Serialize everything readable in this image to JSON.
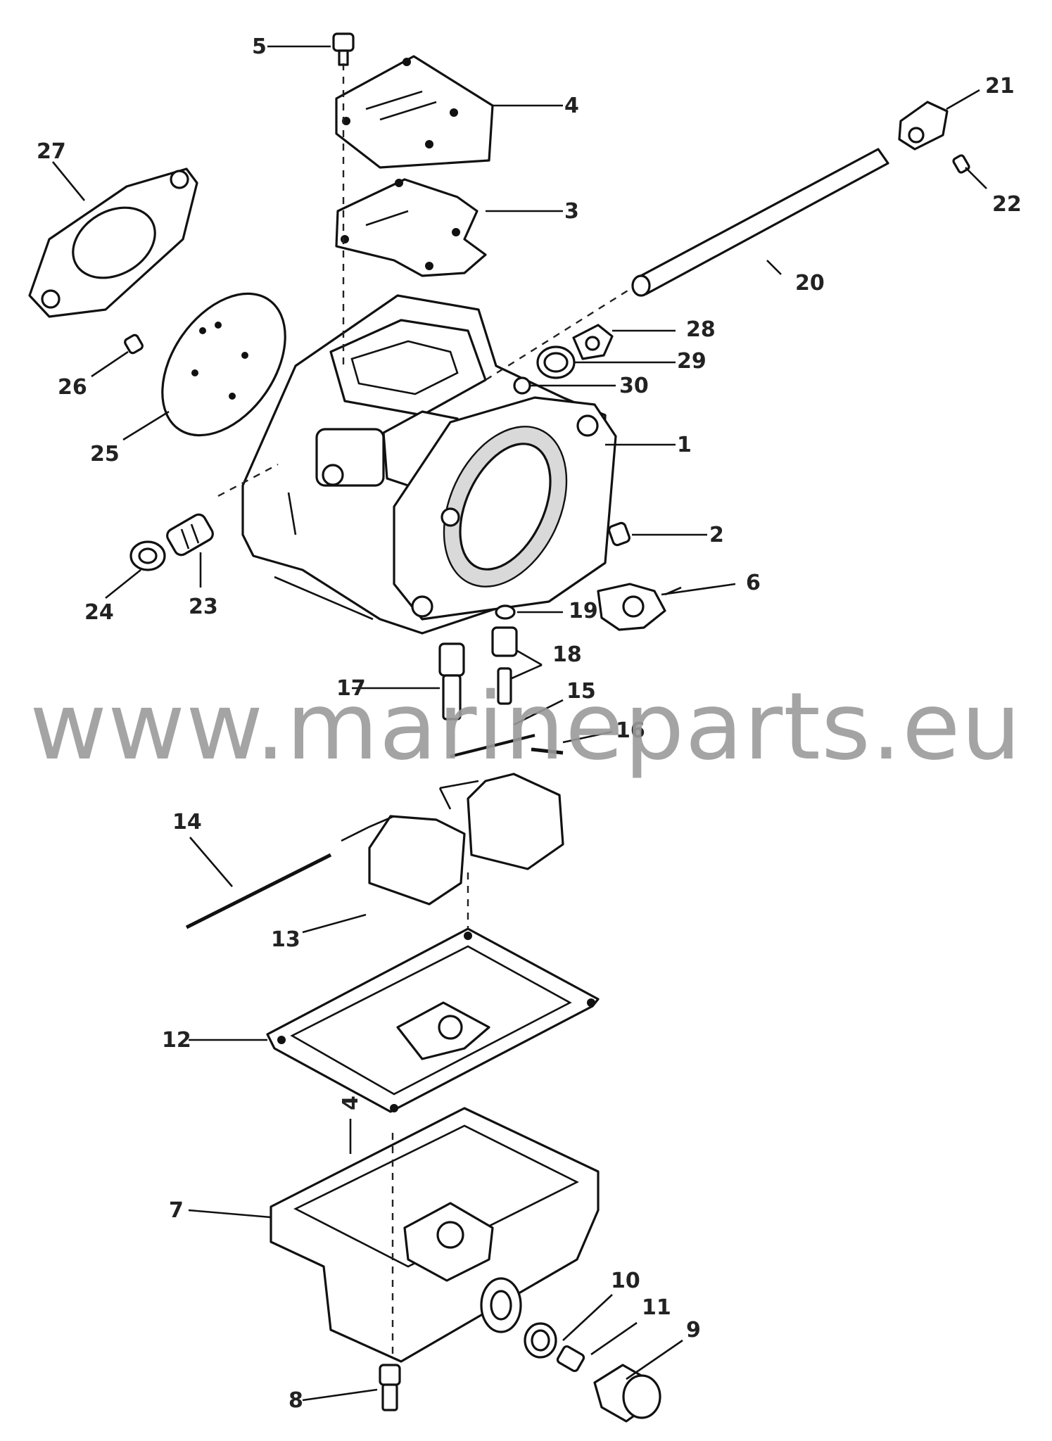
{
  "watermark": "www.marineparts.eu",
  "callouts": {
    "p1": "1",
    "p2": "2",
    "p3": "3",
    "p4": "4",
    "p4b": "4",
    "p5": "5",
    "p6": "6",
    "p7": "7",
    "p8": "8",
    "p9": "9",
    "p10": "10",
    "p11": "11",
    "p12": "12",
    "p13": "13",
    "p14": "14",
    "p15": "15",
    "p16": "16",
    "p17": "17",
    "p18": "18",
    "p19": "19",
    "p20": "20",
    "p21": "21",
    "p22": "22",
    "p23": "23",
    "p24": "24",
    "p25": "25",
    "p26": "26",
    "p27": "27",
    "p28": "28",
    "p29": "29",
    "p30": "30"
  }
}
